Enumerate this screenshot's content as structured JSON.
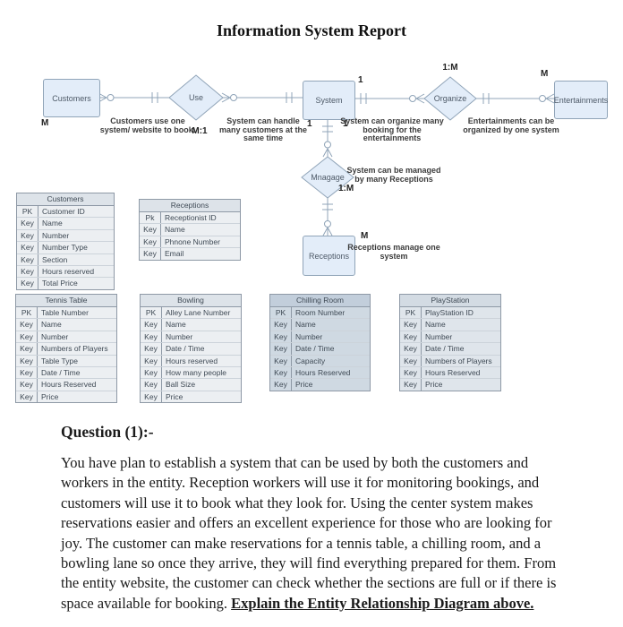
{
  "title": "Information System Report",
  "diagram": {
    "entities": {
      "customers": "Customers",
      "system": "System",
      "entertainments": "Entertainments",
      "receptions": "Receptions"
    },
    "relationships": {
      "use": "Use",
      "organize": "Organize",
      "manage": "Mnagage"
    },
    "cardinalities": {
      "customers_m": "M",
      "use_ratio": "M:1",
      "system_one_top": "1",
      "system_one_left": "1",
      "system_one_right": "1",
      "organize_ratio": "1:M",
      "entertainments_m": "M",
      "manage_ratio": "1:M",
      "receptions_m": "M"
    },
    "notes": {
      "use_note": "Customers use one system/ website to book.",
      "system_note": "System can handle many customers at the same time",
      "organize_note": "System can organize many booking for the entertainments",
      "entertainments_note": "Entertainments can be organized by one system",
      "manage_note": "System can be managed by many Receptions",
      "receptions_note": "Receptions manage one system"
    }
  },
  "tables": [
    {
      "title": "Customers",
      "rows": [
        [
          "PK",
          "Customer ID"
        ],
        [
          "Key",
          "Name"
        ],
        [
          "Key",
          "Number"
        ],
        [
          "Key",
          "Number Type"
        ],
        [
          "Key",
          "Section"
        ],
        [
          "Key",
          "Hours reserved"
        ],
        [
          "Key",
          "Total Price"
        ]
      ]
    },
    {
      "title": "Receptions",
      "rows": [
        [
          "Pk",
          "Receptionist ID"
        ],
        [
          "Key",
          "Name"
        ],
        [
          "Key",
          "Phnone Number"
        ],
        [
          "Key",
          "Email"
        ]
      ]
    },
    {
      "title": "Tennis Table",
      "rows": [
        [
          "PK",
          "Table Number"
        ],
        [
          "Key",
          "Name"
        ],
        [
          "Key",
          "Number"
        ],
        [
          "Key",
          "Numbers of Players"
        ],
        [
          "Key",
          "Table Type"
        ],
        [
          "Key",
          "Date / Time"
        ],
        [
          "Key",
          "Hours Reserved"
        ],
        [
          "Key",
          "Price"
        ]
      ]
    },
    {
      "title": "Bowling",
      "rows": [
        [
          "PK",
          "Alley Lane Number"
        ],
        [
          "Key",
          "Name"
        ],
        [
          "Key",
          "Number"
        ],
        [
          "Key",
          "Date / Time"
        ],
        [
          "Key",
          "Hours reserved"
        ],
        [
          "Key",
          "How many people"
        ],
        [
          "Key",
          "Ball Size"
        ],
        [
          "Key",
          "Price"
        ]
      ]
    },
    {
      "title": "Chilling Room",
      "rows": [
        [
          "PK",
          "Room Number"
        ],
        [
          "Key",
          "Name"
        ],
        [
          "Key",
          "Number"
        ],
        [
          "Key",
          "Date / Time"
        ],
        [
          "Key",
          "Capacity"
        ],
        [
          "Key",
          "Hours Reserved"
        ],
        [
          "Key",
          "Price"
        ]
      ]
    },
    {
      "title": "PlayStation",
      "rows": [
        [
          "PK",
          "PlayStation ID"
        ],
        [
          "Key",
          "Name"
        ],
        [
          "Key",
          "Number"
        ],
        [
          "Key",
          "Date / Time"
        ],
        [
          "Key",
          "Numbers of Players"
        ],
        [
          "Key",
          "Hours Reserved"
        ],
        [
          "Key",
          "Price"
        ]
      ]
    }
  ],
  "question": {
    "heading": "Question (1):-",
    "body": "You have plan to establish a system that can be used by both the customers and workers in the entity. Reception workers will use it for monitoring bookings, and customers will use it to book what they look for. Using the center system makes reservations easier and offers an excellent experience for those who are looking for joy. The customer can make reservations for a tennis table, a chilling room, and a bowling lane so once they arrive, they will find everything prepared for them. From the entity website, the customer can check whether the sections are full or if there is space available for booking. ",
    "emphasis": "Explain the Entity Relationship Diagram above."
  },
  "colors": {
    "shape_fill": "#e3edf9",
    "shape_border": "#90a4b8",
    "table_header_fill": "#dde3e9",
    "table_body_fill": "#eceff2",
    "table_body_fill_dark": "#cfd9e2"
  }
}
